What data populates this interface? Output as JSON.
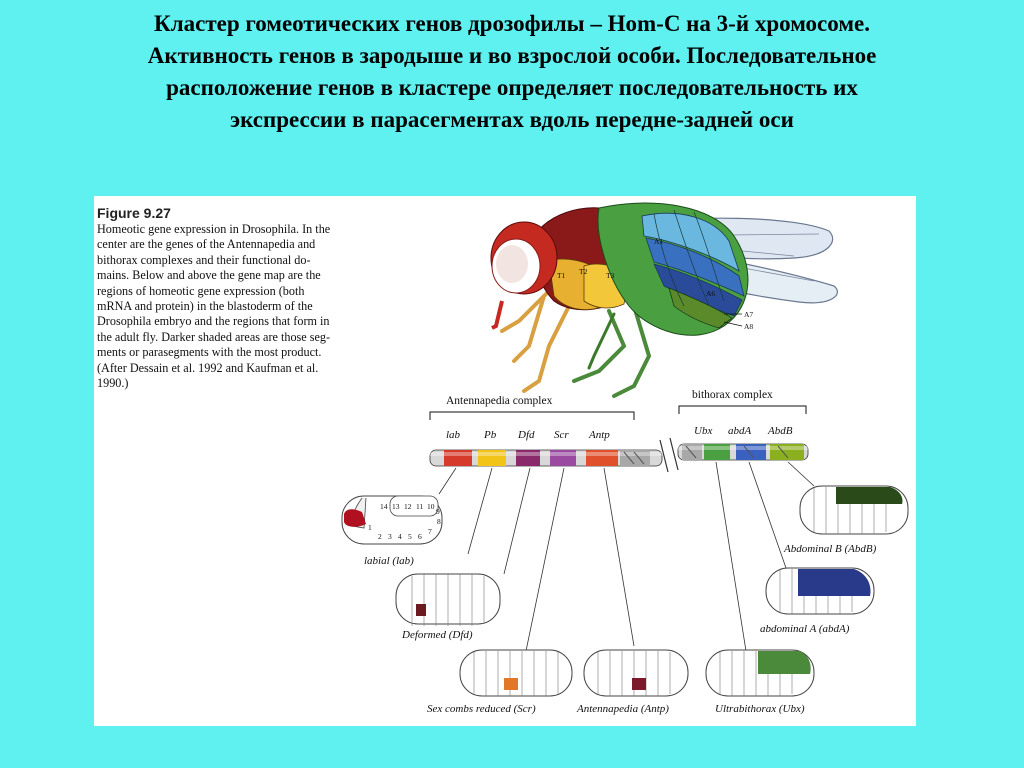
{
  "slide": {
    "title_lines": [
      "Кластер гомеотических генов дрозофилы – Hom-C на 3-й хромосоме.",
      "Активность генов в зародыше и во взрослой особи. Последовательное",
      "расположение  генов в кластере определяет последовательность их",
      "экспрессии в парасегментах вдоль передне-задней оси"
    ]
  },
  "figure": {
    "number": "Figure 9.27",
    "caption_lines": [
      "Homeotic gene expression in Drosophila.  In the",
      "center are the genes of the Antennapedia and",
      "bithorax complexes and their functional do-",
      "mains. Below and above the gene map are the",
      "regions of homeotic gene expression (both",
      "mRNA and protein) in the blastoderm of the",
      "Drosophila embryo and the regions that form in",
      "the adult fly. Darker shaded areas are those seg-",
      "ments or parasegments with the most product.",
      "(After Dessain et al. 1992 and Kaufman et al.",
      "1990.)"
    ],
    "complexes": {
      "antennapedia": "Antennapedia complex",
      "bithorax": "bithorax complex"
    },
    "genes": [
      {
        "symbol": "lab",
        "color": "#d63a2a"
      },
      {
        "symbol": "Pb",
        "color": "#f2c418"
      },
      {
        "symbol": "Dfd",
        "color": "#8a2a6a"
      },
      {
        "symbol": "Scr",
        "color": "#9a4aa0"
      },
      {
        "symbol": "Antp",
        "color": "#e0502a"
      },
      {
        "symbol": "Ubx",
        "color": "#4aa040"
      },
      {
        "symbol": "abdA",
        "color": "#3a60c0"
      },
      {
        "symbol": "AbdB",
        "color": "#8ab020"
      }
    ],
    "embryos": {
      "labial": "labial (lab)",
      "deformed": "Deformed (Dfd)",
      "scr": "Sex combs reduced (Scr)",
      "antp": "Antennapedia (Antp)",
      "ubx": "Ultrabithorax (Ubx)",
      "abda": "abdominal A (abdA)",
      "abdb": "Abdominal B (AbdB)"
    },
    "segment_numbers_top": [
      "14",
      "13",
      "12",
      "11",
      "10",
      "9"
    ],
    "segment_numbers_bottom": [
      "2",
      "3",
      "4",
      "5",
      "6",
      "7"
    ],
    "segment_numbers_extra": [
      "1",
      "8"
    ],
    "fly_labels": {
      "t1": "T1",
      "t2": "T2",
      "t3": "T3",
      "a1": "A1",
      "a6": "A6",
      "a7": "A7",
      "a8": "A8"
    }
  }
}
